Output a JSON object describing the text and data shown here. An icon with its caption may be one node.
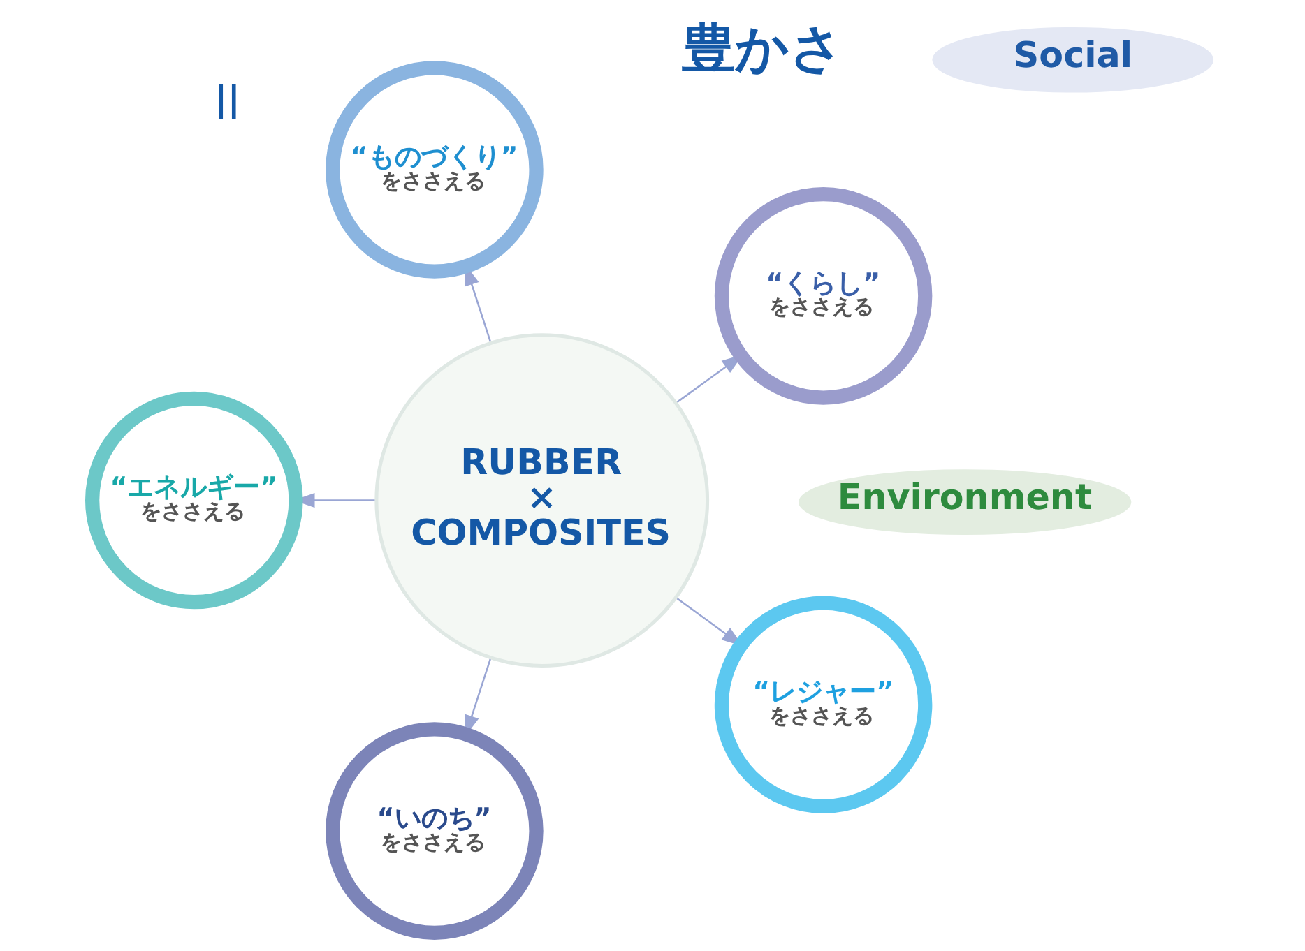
{
  "diagram": {
    "nodes": [
      {
        "text": [
          "Social"
        ]
      },
      {
        "text": [
          "Environment"
        ]
      },
      {
        "text": [
          "RUBBER × COMPOSITES"
        ]
      },
      {
        "text": [
          "“くらし”",
          "をささえる"
        ]
      },
      {
        "text": [
          "“ものづくり”",
          "をささえる"
        ]
      },
      {
        "text": [
          "“エネルギー”",
          "をささえる"
        ]
      },
      {
        "text": [
          "“いのち”",
          "をささえる"
        ]
      },
      {
        "text": [
          "“レジャー”",
          "をささえる"
        ]
      }
    ],
    "edges": [
      {
        "from": 2,
        "to": 3,
        "arrow": "to"
      },
      {
        "from": 2,
        "to": 4,
        "arrow": "to"
      },
      {
        "from": 2,
        "to": 5,
        "arrow": "to"
      },
      {
        "from": 2,
        "to": 6,
        "arrow": "to"
      },
      {
        "from": 2,
        "to": 7,
        "arrow": "to"
      }
    ],
    "labels": [
      "||",
      "豊かさ"
    ]
  }
}
